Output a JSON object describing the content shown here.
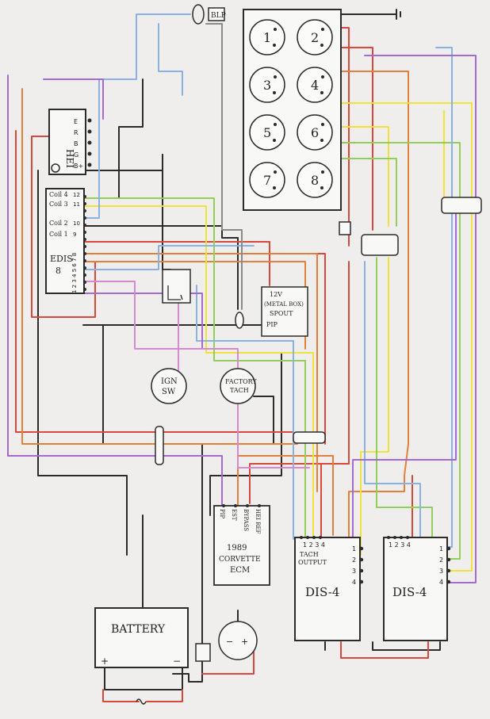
{
  "colors": {
    "black": "#2b2b2b",
    "red": "#d9483b",
    "orange": "#e4803a",
    "yellow": "#efe23a",
    "green": "#8fcf5a",
    "blue": "#8ab1e3",
    "purple": "#a46ad4",
    "pink": "#d58ad0",
    "gray": "#8a8a8a"
  },
  "labels": {
    "blp": "BLP",
    "cylinders": [
      "1",
      "2",
      "3",
      "4",
      "5",
      "6",
      "7",
      "8"
    ],
    "hei": "HEI",
    "hei_pins": [
      "E",
      "R",
      "B",
      "G",
      "B+"
    ],
    "edis_title": "EDIS",
    "edis_sub": "8",
    "edis_coils": [
      "Coil 4",
      "Coil 3",
      "Coil 2",
      "Coil 1"
    ],
    "edis_coil_pins": [
      "12",
      "11",
      "10",
      "9"
    ],
    "edis_pins_bottom": "1 2 3 4 5 6 7 8",
    "relay_box": [
      "12V",
      "(METAL BOX)",
      "SPOUT",
      "PIP"
    ],
    "ign_sw": [
      "IGN",
      "SW"
    ],
    "factory_tach": [
      "FACTORY",
      "TACH"
    ],
    "ecm_pins": [
      "PIP",
      "EST",
      "BYPASS",
      "HEI REF"
    ],
    "ecm_title": [
      "1989",
      "CORVETTE",
      "ECM"
    ],
    "dis_left_pins_top": "1 2 3 4",
    "dis_left_tach": [
      "TACH",
      "OUTPUT"
    ],
    "dis_right_pins_top": "1 2 3 4",
    "dis_side_pins": [
      "1",
      "2",
      "3",
      "4"
    ],
    "dis_title": "DIS-4",
    "battery": "BATTERY",
    "battery_plus": "+",
    "battery_minus": "−"
  }
}
